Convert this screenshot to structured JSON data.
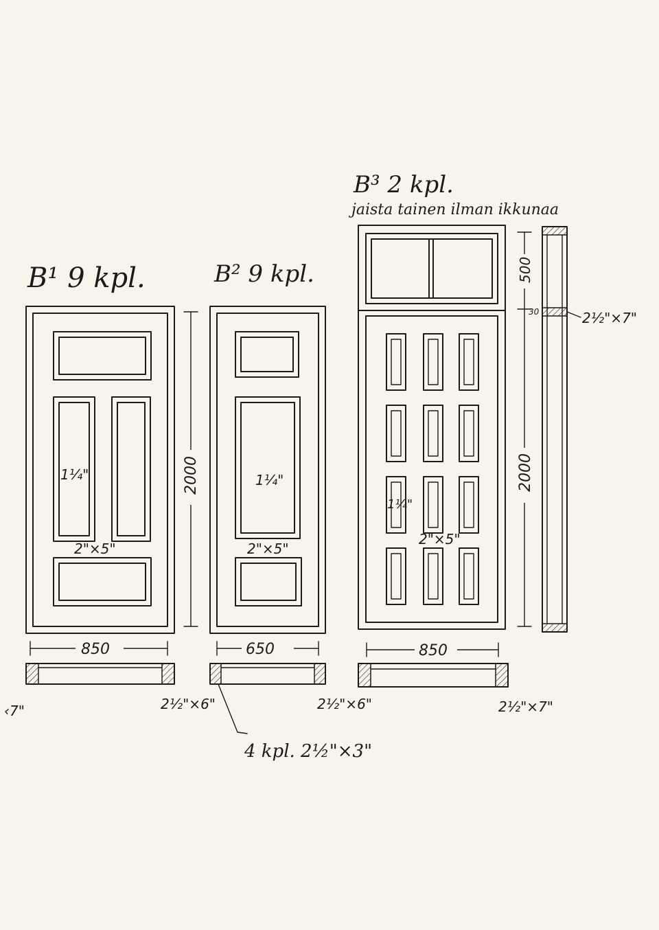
{
  "doors": [
    {
      "title": "B¹ 9 kpl.",
      "panel_thickness": "1¼\"",
      "frame_size": "2\"×5\"",
      "height": "2000",
      "width": "850",
      "jamb_profile": "2½\"×6\""
    },
    {
      "title": "B² 9 kpl.",
      "panel_thickness": "1¼\"",
      "frame_size": "2\"×5\"",
      "width": "650",
      "jamb_profile": "2½\"×6\""
    },
    {
      "title": "B³ 2 kpl.",
      "subtitle": "jaista tainen ilman ikkunaa",
      "panel_thickness": "1¼\"",
      "frame_size": "2\"×5\"",
      "transom_height": "500",
      "gap": "30",
      "height": "2000",
      "width": "850",
      "jamb_profile": "2½\"×7\"",
      "side_profile": "2½\"×7\""
    }
  ],
  "notes": {
    "left_margin": "‹7\"",
    "threshold": "4 kpl. 2½\"×3\""
  },
  "colors": {
    "paper": "#f7f4ec",
    "ink": "#1b1b1b"
  }
}
